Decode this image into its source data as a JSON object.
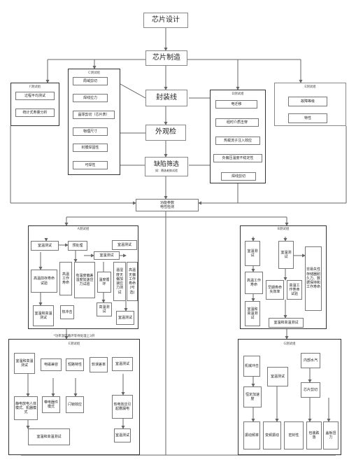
{
  "flow": {
    "chip_design": "芯片设计",
    "chip_mfg": "芯片制造",
    "package_line": "封装线",
    "visual_inspect": "外观检",
    "defect_screen": "缺陷筛选",
    "defect_screen_sub": "如：筛选老炼试验",
    "func_test": "功能参数",
    "func_test_sub": "电性检测"
  },
  "group_f": {
    "title": "F测试组",
    "items": [
      "过程平均测试",
      "统计式寿量分析"
    ]
  },
  "group_c": {
    "title": "C测试组",
    "items": [
      "局域剪切",
      "焊线拉力",
      "晶球剪切（芯片表）",
      "物理尺寸",
      "封膜焊固性",
      "可焊性"
    ]
  },
  "group_d": {
    "title": "D测试组",
    "items": [
      "电迁移",
      "经时介质击穿",
      "热载流子注入效应",
      "负偏压温度不稳定性",
      "焊线剪切"
    ]
  },
  "group_e": {
    "title": "E测试组",
    "items": [
      "故障等级",
      "特性"
    ]
  },
  "group_a": {
    "title": "A测试组",
    "items": [
      "室温测试",
      "预处理",
      "室温测试",
      "室温测试",
      "高温前存寿命试验",
      "高温工作寿命",
      "有温度偏差湿度加速应力试验",
      "温度循环",
      "温湿度无偏加速应力测试",
      "高温无偏工作寿命(可选)",
      "室温和高温测试",
      "热冲击",
      "高温测试",
      "室温测试"
    ]
  },
  "group_b": {
    "title": "B测试组",
    "items": [
      "室温测试",
      "高温工作寿命",
      "室温和高温测试",
      "早期寿命失效率",
      "室温测试",
      "高温工作寿命试验",
      "非易失性存储器耐久力、数据保持和工作寿命",
      "室温和高温测试"
    ]
  },
  "group_e2": {
    "title": "E测试组",
    "subtitle": "*功率温度循环等待处理上3开",
    "items": [
      "室温和高温测试",
      "电磁兼容",
      "短路特性",
      "软误差率",
      "室温测试",
      "静电放电人体模式、机器模式",
      "带电器件模式",
      "闩锁效应",
      "热电效应引起栅漏电",
      "室温测试",
      "室温和高温测试"
    ]
  },
  "group_g": {
    "title": "G测试组",
    "items": [
      "机械冲击",
      "恒定加速度",
      "室温测试",
      "内部水汽",
      "芯片剪切",
      "振动频率",
      "变频振动",
      "密封性",
      "包装跌落",
      "盖板扭力"
    ]
  }
}
